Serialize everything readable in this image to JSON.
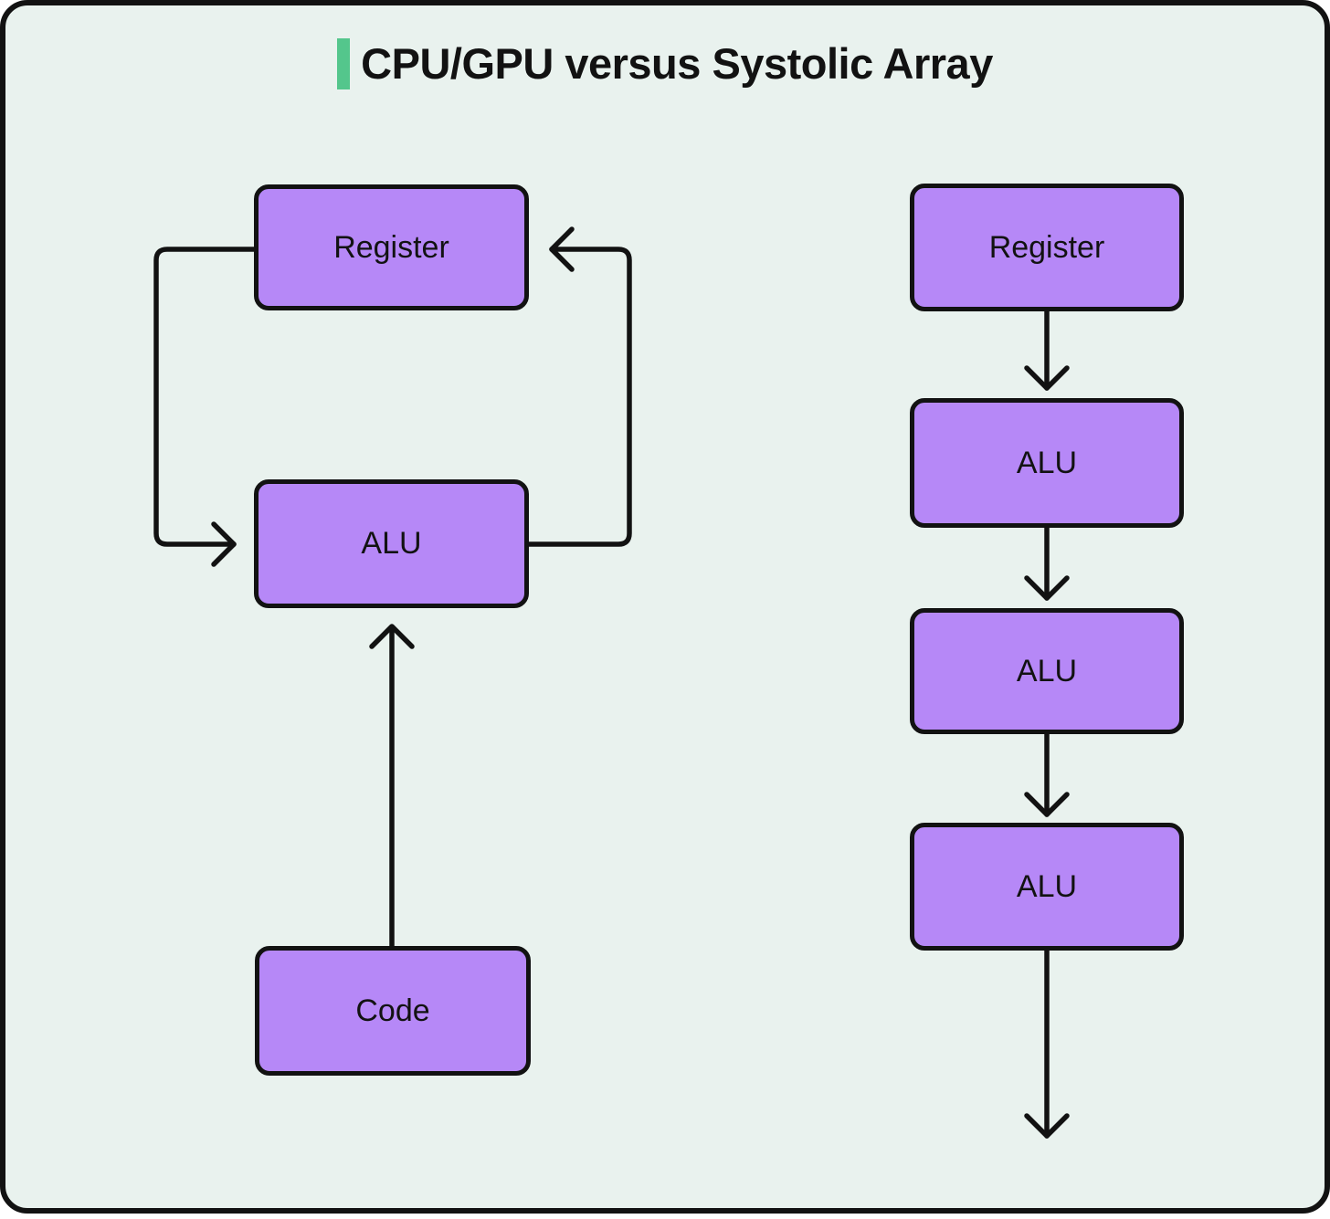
{
  "title": {
    "text": "CPU/GPU versus Systolic Array"
  },
  "colors": {
    "background": "#ffffff",
    "canvas_fill": "#e9f2ee",
    "ink": "#121212",
    "node_fill": "#b688f7",
    "accent_green": "#54c68c"
  },
  "cpu_gpu_diagram": {
    "register_label": "Register",
    "alu_label": "ALU",
    "code_label": "Code"
  },
  "systolic_diagram": {
    "register_label": "Register",
    "alu_labels": [
      "ALU",
      "ALU",
      "ALU"
    ]
  }
}
